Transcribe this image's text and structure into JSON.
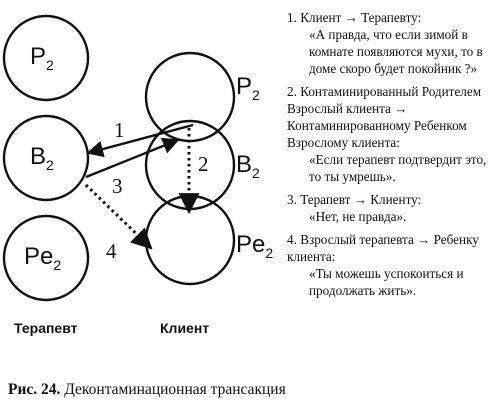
{
  "diagram": {
    "therapist": {
      "label": "Терапевт",
      "states": [
        {
          "main": "P",
          "sub": "2"
        },
        {
          "main": "B",
          "sub": "2"
        },
        {
          "main": "Pe",
          "sub": "2"
        }
      ]
    },
    "client": {
      "label": "Клиент",
      "states": [
        {
          "main": "P",
          "sub": "2"
        },
        {
          "main": "B",
          "sub": "2"
        },
        {
          "main": "Pe",
          "sub": "2"
        }
      ]
    },
    "arrow_numbers": [
      "1",
      "2",
      "3",
      "4"
    ]
  },
  "transactions": [
    {
      "head": "1. Клиент → Терапевту:",
      "quote": "«А правда, что если зимой в комнате появляются мухи, то в доме скоро будет по­койник ?»"
    },
    {
      "head": "2. Контаминированный Родителем Взрослый клиента → Контаминированному Ребенком Взрослому клиента:",
      "quote": "«Если терапевт подтвердит это, то ты умрешь»."
    },
    {
      "head": "3. Терапевт → Клиенту:",
      "quote": "«Нет, не правда»."
    },
    {
      "head": "4. Взрослый терапевта → Ребен­ку клиента:",
      "quote": "«Ты можешь успокоиться и продолжать жить»."
    }
  ],
  "caption": {
    "prefix": "Рис. 24.",
    "text": "Деконтаминационная трансакция"
  }
}
